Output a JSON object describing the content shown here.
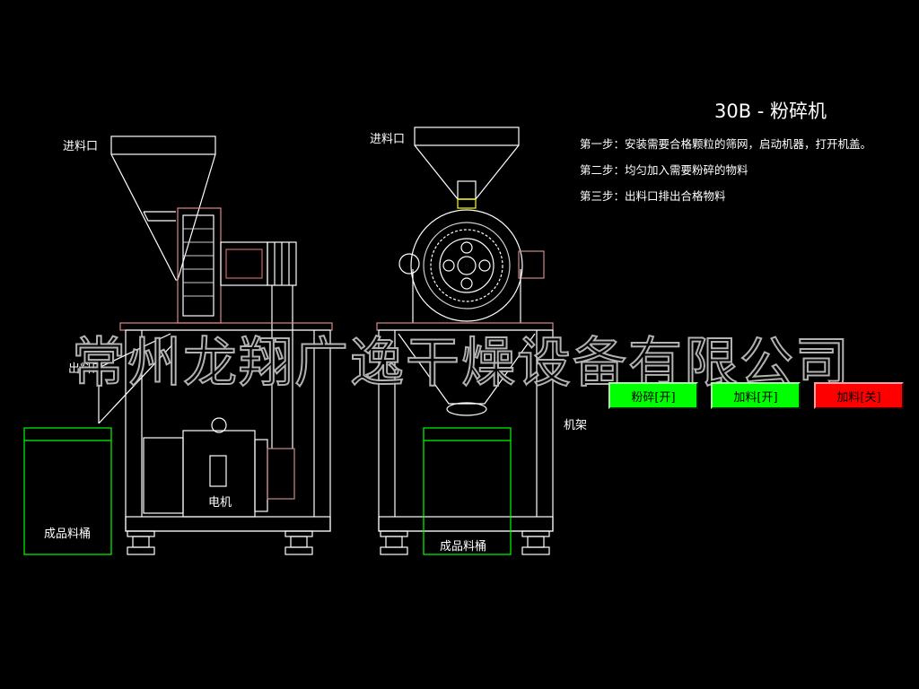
{
  "title": "30B - 粉碎机",
  "steps": [
    "第一步：安装需要合格颗粒的筛网，启动机器，打开机盖。",
    "第二步：均匀加入需要粉碎的物料",
    "第三步：出料口排出合格物料"
  ],
  "labels": {
    "inlet_left": "进料口",
    "inlet_right": "进料口",
    "outlet": "出料口",
    "motor": "电机",
    "bucket_left": "成品料桶",
    "bucket_right": "成品料桶",
    "frame": "机架"
  },
  "watermark": "常州龙翔广逸干燥设备有限公司",
  "buttons": {
    "crush": {
      "label": "粉碎[开]",
      "state": "on",
      "color": "#00ff00"
    },
    "feed_on": {
      "label": "加料[开]",
      "state": "on",
      "color": "#00ff00"
    },
    "feed_off": {
      "label": "加料[关]",
      "state": "off",
      "color": "#ff0000"
    }
  }
}
